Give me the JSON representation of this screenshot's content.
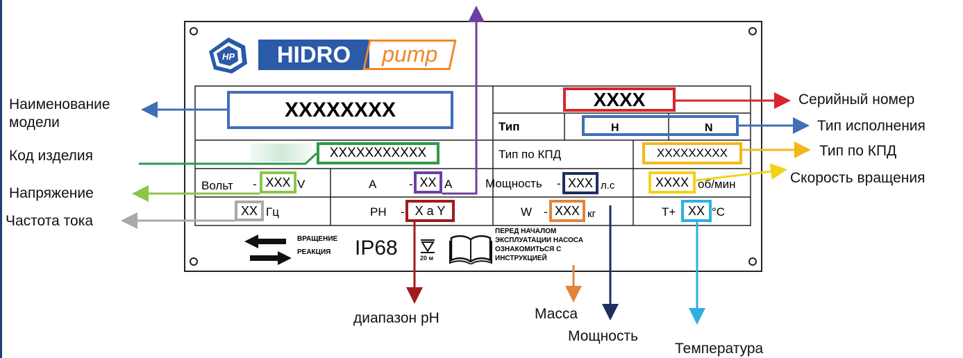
{
  "brand": {
    "logo_mark": "HP",
    "hidro": "HIDRO",
    "pump": "pump"
  },
  "plate": {
    "model_value": "XXXXXXXX",
    "serial_value": "XXXX",
    "type_label": "Тип",
    "type_h": "Н",
    "type_n": "N",
    "code_value": "XXXXXXXXXXX",
    "kpd_label": "Тип по КПД",
    "kpd_value": "XXXXXXXXX",
    "volt_label": "Вольт",
    "volt_dash": "-",
    "volt_value": "XXX",
    "volt_unit": "V",
    "amp_label": "А",
    "amp_dash": "-",
    "amp_value": "XX",
    "amp_unit": "A",
    "power_label": "Мощность",
    "power_dash": "-",
    "power_value": "XXX",
    "power_unit": "л.с",
    "speed_value": "XXXX",
    "speed_unit": "об/мин",
    "freq_value": "XX",
    "freq_unit": "Гц",
    "ph_label": "PH",
    "ph_dash": "-",
    "ph_value": "X a Y",
    "w_label": "W",
    "w_dash": "-",
    "w_value": "XXX",
    "w_unit": "кг",
    "temp_prefix": "T+",
    "temp_value": "XX",
    "temp_unit": "°C",
    "rotation_line1": "ВРАЩЕНИЕ",
    "rotation_line2": "РЕАКЦИЯ",
    "ip_rating": "IP68",
    "depth": "20 м",
    "notice_1": "ПЕРЕД НАЧАЛОМ",
    "notice_2": "ЭКСПЛУАТАЦИИ НАСОСА",
    "notice_3": "ОЗНАКОМИТЬСЯ С",
    "notice_4": "ИНСТРУКЦИЕЙ"
  },
  "labels": {
    "model_line1": "Наименование",
    "model_line2": "модели",
    "code": "Код изделия",
    "voltage": "Напряжение",
    "frequency": "Частота тока",
    "serial": "Серийный номер",
    "execution_type": "Тип исполнения",
    "kpd_type": "Тип по КПД",
    "speed": "Скорость вращения",
    "ph_range": "диапазон pH",
    "mass": "Масса",
    "power": "Мощность",
    "temperature": "Температура"
  },
  "colors": {
    "blue": "#3f6fb8",
    "red": "#d7262b",
    "green": "#2e9a4e",
    "light_green": "#8cc548",
    "gray": "#a9a9a9",
    "purple": "#6e3fa0",
    "dark_red": "#a01c1c",
    "orange": "#e3843c",
    "navy": "#1c2f5e",
    "yellow": "#f2d21a",
    "gold": "#f3b81b",
    "cyan": "#2cb0e0",
    "brand_blue": "#2a5aa8",
    "brand_orange": "#f0882a"
  },
  "icons": [
    "rotation-arrows-icon",
    "water-depth-icon",
    "manual-book-icon",
    "hp-logo-icon"
  ]
}
